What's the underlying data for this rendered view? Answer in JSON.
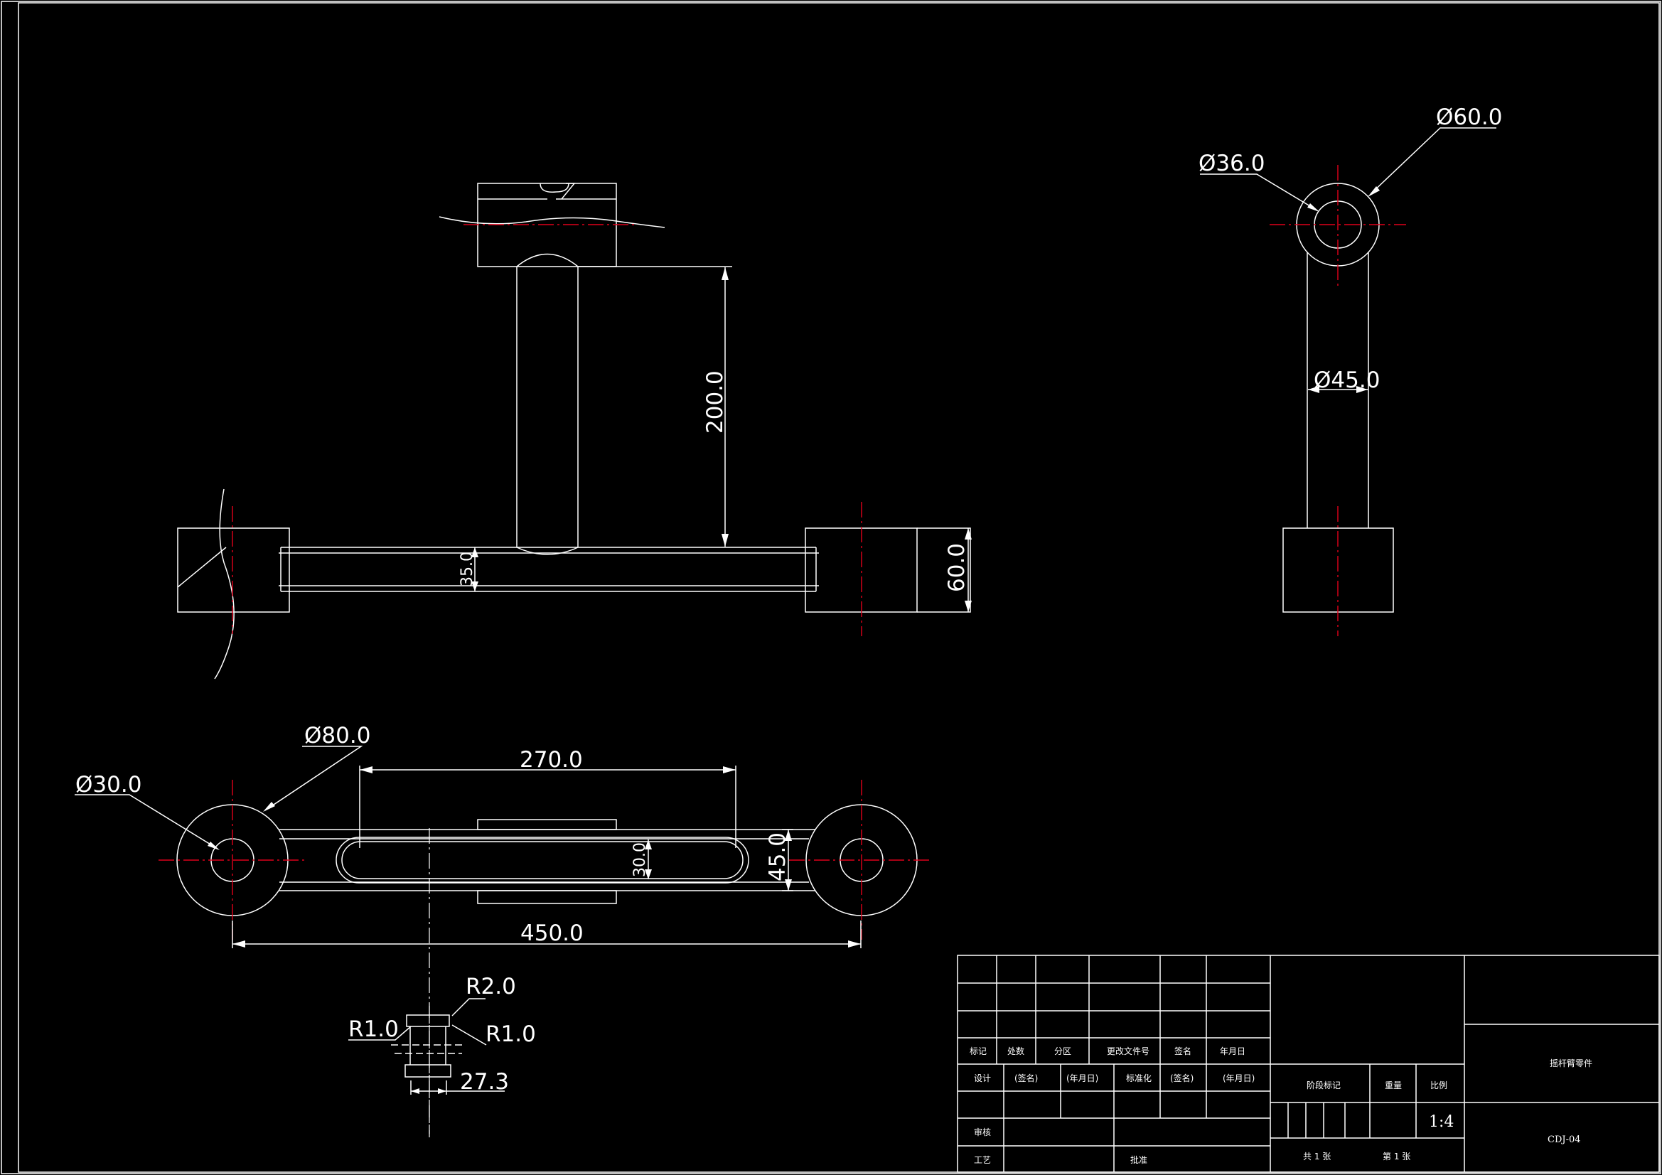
{
  "drawing": {
    "dimensions": {
      "d60": "Ø60.0",
      "d36": "Ø36.0",
      "d45": "Ø45.0",
      "h200": "200.0",
      "t35": "35.0",
      "h60": "60.0",
      "d80": "Ø80.0",
      "d30": "Ø30.0",
      "w270": "270.0",
      "w450": "450.0",
      "s30": "30.0",
      "s45": "45.0",
      "r2": "R2.0",
      "r1a": "R1.0",
      "r1b": "R1.0",
      "w273": "27.3"
    }
  },
  "title_block": {
    "headers": [
      "标记",
      "处数",
      "分区",
      "更改文件号",
      "签名",
      "年月日"
    ],
    "row_design": [
      "设计",
      "(签名)",
      "(年月日)",
      "标准化",
      "(签名)",
      "(年月日)"
    ],
    "review": "审核",
    "process": "工艺",
    "approve": "批准",
    "stage_mark": "阶段标记",
    "weight": "重量",
    "ratio_label": "比例",
    "ratio_value": "1:4",
    "sheets_total": "共 1 张",
    "sheet_no": "第 1 张",
    "part_name": "摇杆臂零件",
    "drawing_no": "CDJ-04"
  },
  "colors": {
    "background": "#000000",
    "lines": "#ffffff",
    "centerlines": "#e0001b"
  }
}
